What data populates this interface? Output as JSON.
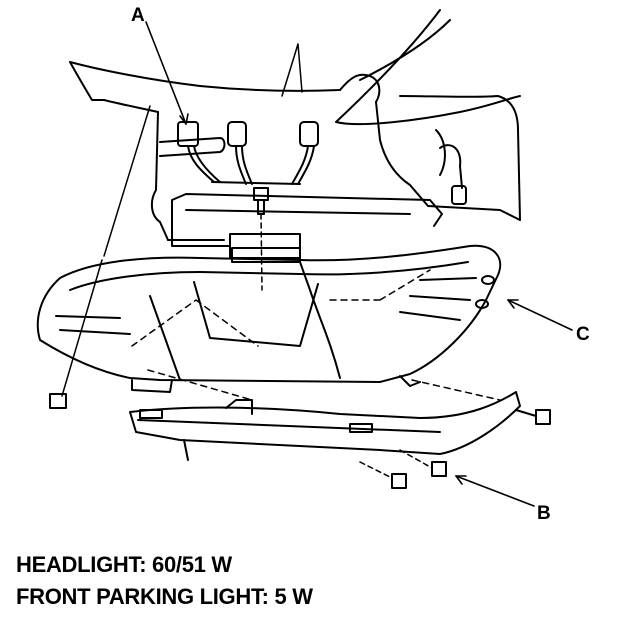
{
  "callouts": {
    "a": "A",
    "b": "B",
    "c": "C"
  },
  "specs": {
    "headlight": "HEADLIGHT: 60/51 W",
    "parking_light": "FRONT PARKING LIGHT: 5 W"
  }
}
